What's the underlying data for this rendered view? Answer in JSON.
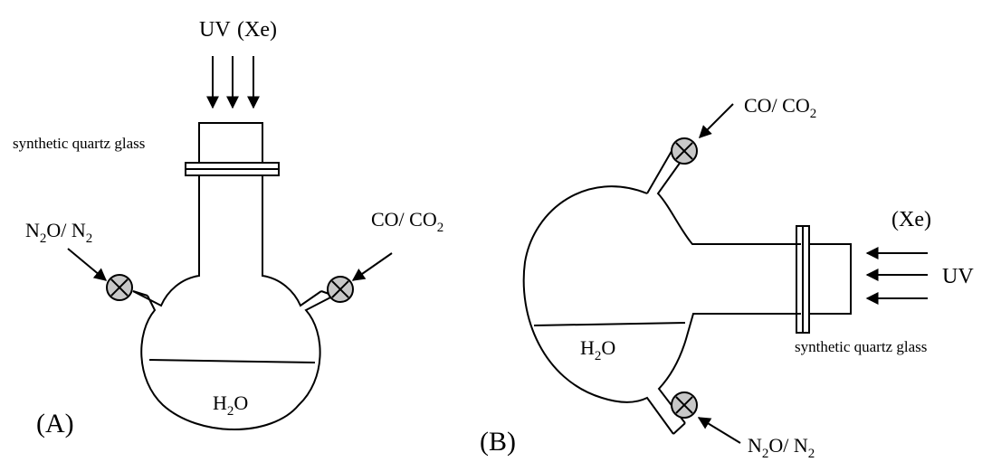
{
  "panel_a": {
    "label": "(A)",
    "light_source": {
      "main": "UV",
      "paren": "(Xe)"
    },
    "window_label": "synthetic quartz glass",
    "inlet_left": {
      "a": "N",
      "a_sub": "2",
      "b": "O/ N",
      "b_sub": "2"
    },
    "inlet_right": {
      "a": "CO/ CO",
      "a_sub": "2"
    },
    "liquid": {
      "a": "H",
      "a_sub": "2",
      "b": "O"
    }
  },
  "panel_b": {
    "label": "(B)",
    "light_source": {
      "main": "UV",
      "paren": "(Xe)"
    },
    "window_label": "synthetic quartz glass",
    "inlet_top": {
      "a": "CO/ CO",
      "a_sub": "2"
    },
    "inlet_bottom": {
      "a": "N",
      "a_sub": "2",
      "b": "O/ N",
      "b_sub": "2"
    },
    "liquid": {
      "a": "H",
      "a_sub": "2",
      "b": "O"
    }
  },
  "colors": {
    "valve_fill": "#c8c8c8",
    "line": "#000000"
  },
  "icons": [
    "valve-icon",
    "arrow-icon"
  ]
}
